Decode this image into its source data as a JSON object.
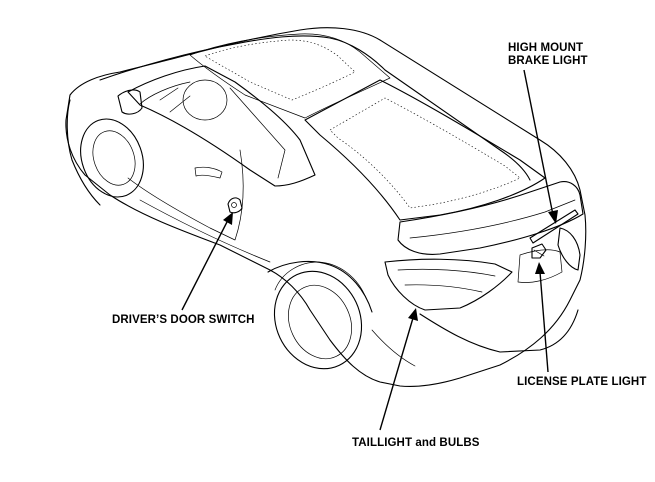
{
  "callouts": {
    "high_mount_brake_light_line1": "HIGH MOUNT",
    "high_mount_brake_light_line2": "BRAKE LIGHT",
    "drivers_door_switch": "DRIVER’S DOOR SWITCH",
    "license_plate_light": "LICENSE PLATE LIGHT",
    "taillight_and_bulbs": "TAILLIGHT and BULBS"
  }
}
